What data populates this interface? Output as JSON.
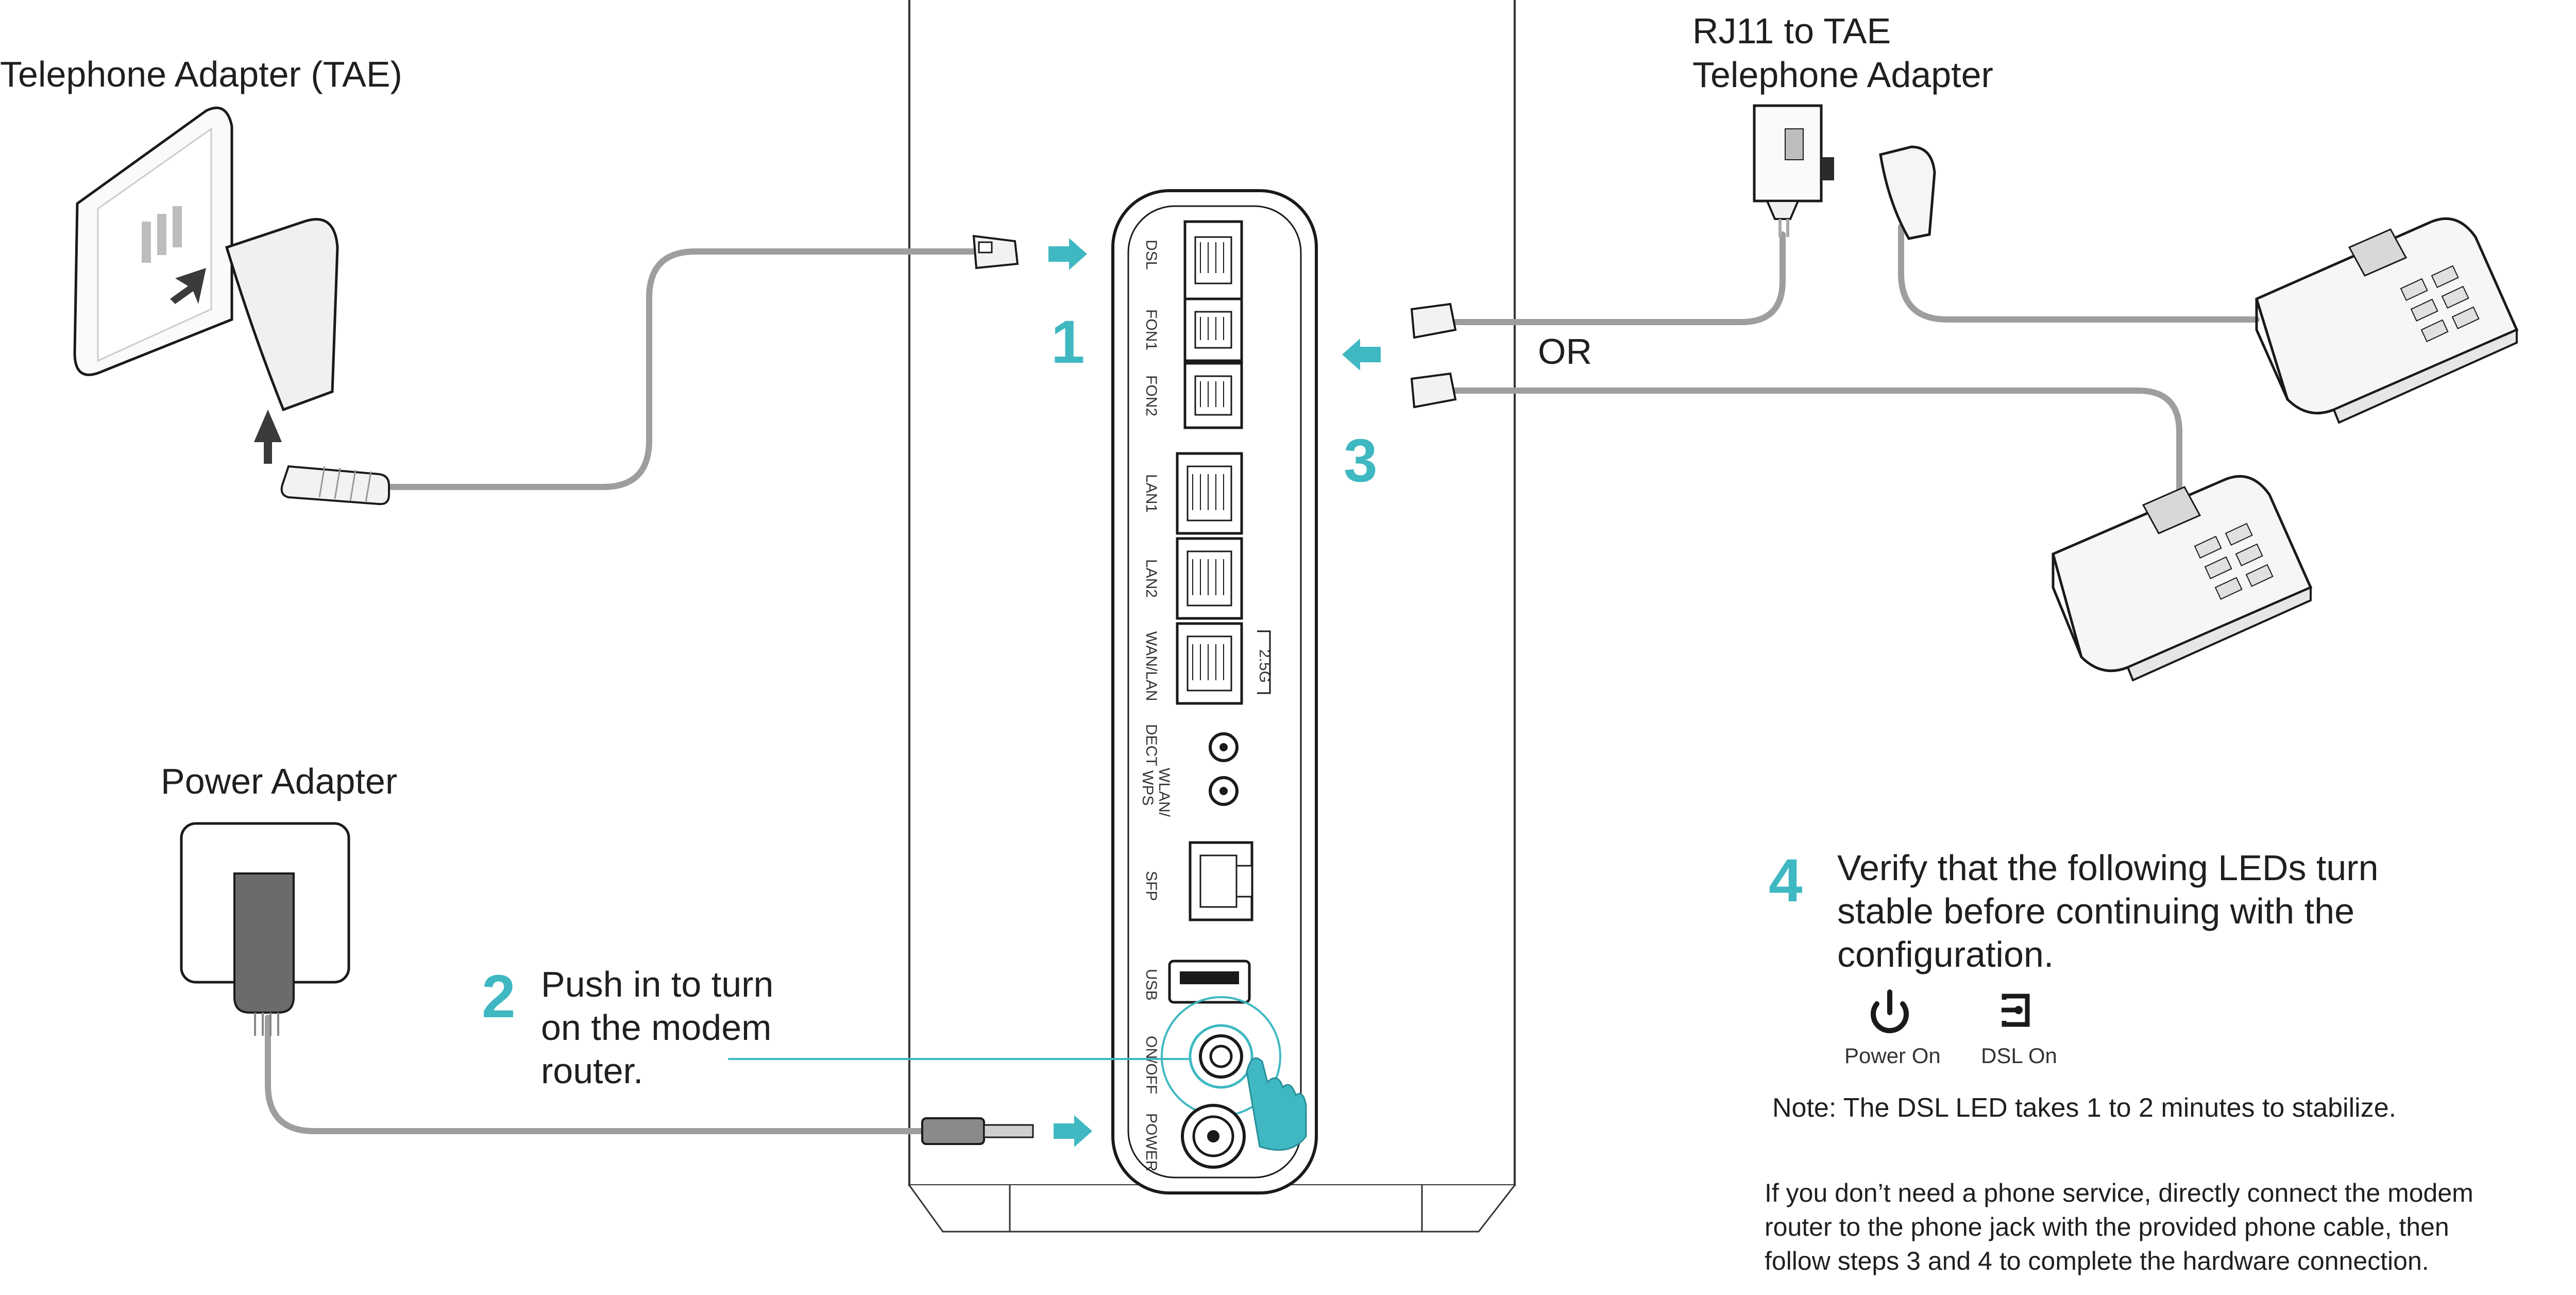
{
  "labels": {
    "tae": "Telephone Adapter (TAE)",
    "rj11_line1": "RJ11 to TAE",
    "rj11_line2": "Telephone Adapter",
    "power_adapter": "Power Adapter",
    "or": "OR"
  },
  "steps": {
    "step1": "1",
    "step2": "2",
    "step3": "3",
    "step4": "4",
    "step2_text": [
      "Push in to turn",
      "on the modem",
      "router."
    ],
    "step4_text": [
      "Verify that the following LEDs turn",
      "stable before continuing with the",
      "configuration."
    ]
  },
  "ports": [
    "DSL",
    "FON1",
    "FON2",
    "LAN1",
    "LAN2",
    "WAN/LAN",
    "DECT",
    "WLAN/",
    "WPS",
    "SFP",
    "USB",
    "ON/OFF",
    "POWER"
  ],
  "port_annotation": "2.5G",
  "leds": [
    {
      "name": "Power On",
      "icon": "power-icon"
    },
    {
      "name": "DSL On",
      "icon": "dsl-icon"
    }
  ],
  "note": {
    "label": "Note:",
    "text": " The DSL LED takes 1 to 2 minutes to stabilize."
  },
  "footer": {
    "line1": "If you don’t need a phone service, directly connect the modem",
    "line2": "router to the phone jack with the provided phone cable, then",
    "line3": "follow steps 3 and 4 to complete the hardware connection."
  },
  "colors": {
    "accent": "#3fb8c2",
    "cable": "#9e9e9e",
    "outline": "#1a1a1a"
  }
}
